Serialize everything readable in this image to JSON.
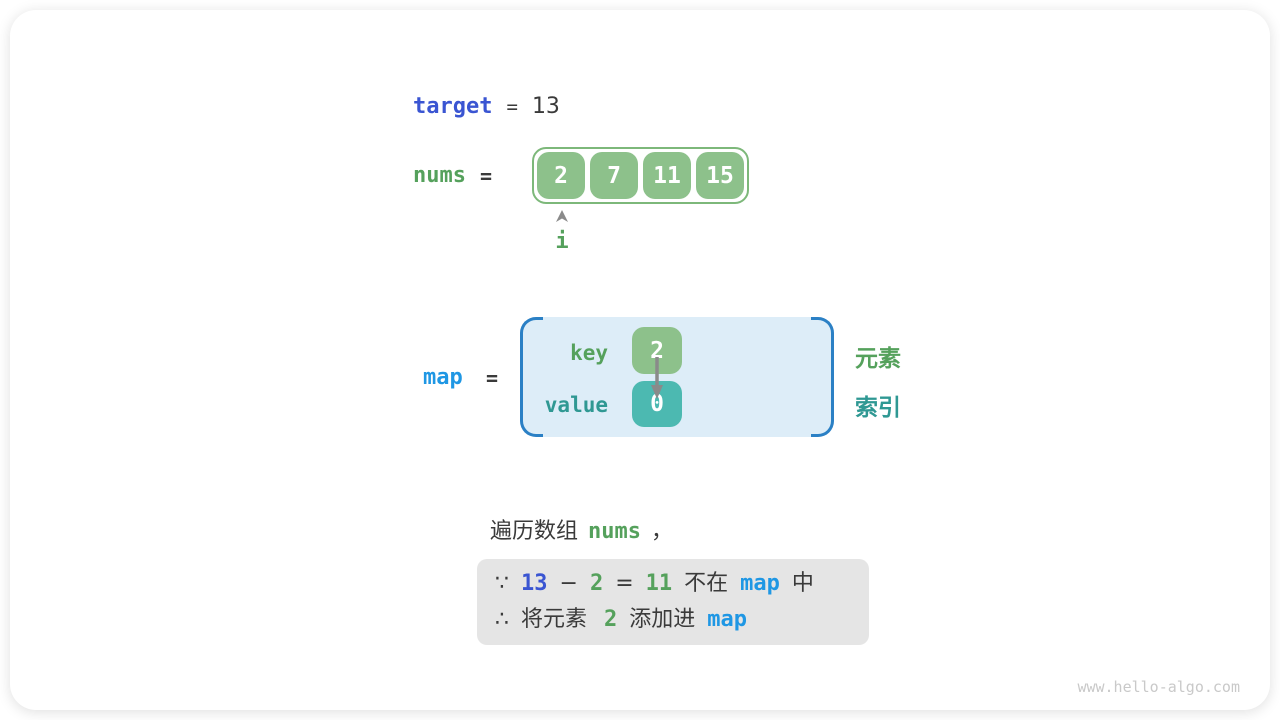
{
  "colors": {
    "indigo": "#3a55d2",
    "blue": "#1f97e4",
    "green-text": "#55a15c",
    "green-fill": "#8dc18b",
    "green-border": "#7db87a",
    "teal-text": "#2f9893",
    "teal-fill": "#4cb9b1",
    "map-border": "#2b80c5",
    "map-fill": "#ddedf8",
    "ink": "#3a3a3a",
    "arrow-gray": "#8a8a8a",
    "note-bg": "#e5e5e5",
    "watermark": "#c9c9c9"
  },
  "target_line": {
    "variable": "target",
    "equals": "=",
    "value": "13"
  },
  "nums_line": {
    "variable": "nums",
    "equals": "=",
    "cells": [
      "2",
      "7",
      "11",
      "15"
    ],
    "pointer_label": "i"
  },
  "map_section": {
    "variable": "map",
    "equals": "=",
    "key_label": "key",
    "key_cell": "2",
    "value_label": "value",
    "value_cell": "0",
    "element_label": "元素",
    "index_label": "索引"
  },
  "caption": {
    "text_before": "遍历数组",
    "code": "nums",
    "text_after": "，"
  },
  "note": {
    "line1": {
      "marker": "∵",
      "target": "13",
      "minus": "−",
      "num": "2",
      "equals": "=",
      "diff": "11",
      "text_mid": "不在",
      "code": "map",
      "text_end": "中"
    },
    "line2": {
      "marker": "∴",
      "text_start": "将元素",
      "num": "2",
      "text_mid": "添加进",
      "code": "map"
    }
  },
  "watermark": "www.hello-algo.com"
}
